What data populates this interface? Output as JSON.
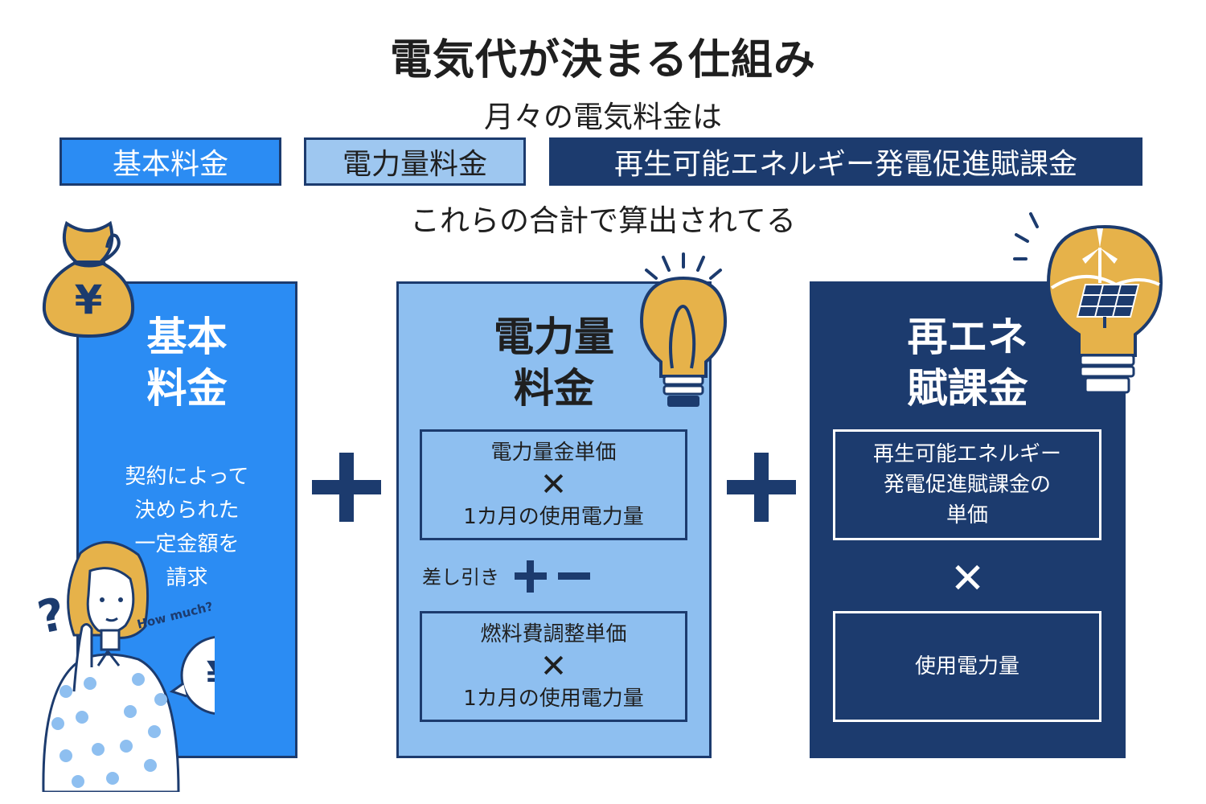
{
  "title": "電気代が決まる仕組み",
  "intro": "月々の電気料金は",
  "outro": "これらの合計で算出されてる",
  "tags": [
    "基本料金",
    "電力量料金",
    "再生可能エネルギー発電促進賦課金"
  ],
  "panel_basic": {
    "title_lines": [
      "基本",
      "料金"
    ],
    "desc_lines": [
      "契約によって",
      "決められた",
      "一定金額を",
      "請求"
    ],
    "bubble_text": "How much?",
    "bubble_symbol": "¥",
    "bag_symbol": "¥"
  },
  "panel_energy": {
    "title_lines": [
      "電力量",
      "料金"
    ],
    "box1": {
      "line1": "電力量金単価",
      "times": "✕",
      "line2": "1カ月の使用電力量"
    },
    "adjust_label": "差し引き",
    "box2": {
      "line1": "燃料費調整単価",
      "times": "✕",
      "line2": "1カ月の使用電力量"
    }
  },
  "panel_renewable": {
    "title_lines": [
      "再エネ",
      "賦課金"
    ],
    "box1_lines": [
      "再生可能エネルギー",
      "発電促進賦課金の",
      "単価"
    ],
    "times": "✕",
    "box2": "使用電力量"
  },
  "colors": {
    "basic": "#2b8cf3",
    "energy": "#8ebff0",
    "renewable": "#1c3b6e",
    "accent_gold": "#e6b24a"
  }
}
